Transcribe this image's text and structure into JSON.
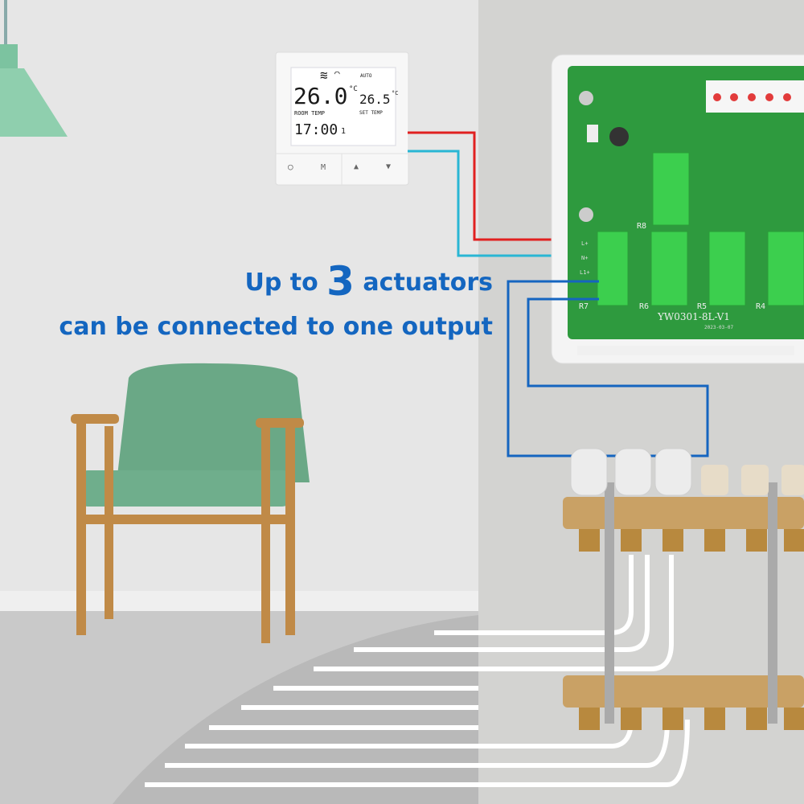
{
  "headline": {
    "line1_prefix": "Up to",
    "line1_number": "3",
    "line1_suffix": "actuators",
    "line2": "can be connected to one output"
  },
  "thermostat": {
    "room_temp": "26.0",
    "set_temp": "26.5",
    "unit": "°C",
    "time": "17:00",
    "day": "1",
    "room_label": "ROOM TEMP",
    "set_label": "SET TEMP",
    "auto_label": "AUTO",
    "buttons": [
      "power",
      "M",
      "up",
      "down"
    ],
    "button_m": "M"
  },
  "controller": {
    "board_model": "YW0301-8L-V1",
    "board_date": "2023-03-07",
    "relay_labels": [
      "R8",
      "R7",
      "R6",
      "R5",
      "R4"
    ],
    "terminal_labels": [
      "L+",
      "N+",
      "L1+"
    ]
  },
  "colors": {
    "headline": "#1466c0",
    "wire_live": "#e02020",
    "wire_neutral": "#29b6d4",
    "wire_actuator": "#1565c0",
    "pcb": "#2e9a3e",
    "terminal": "#3ccf4e"
  }
}
